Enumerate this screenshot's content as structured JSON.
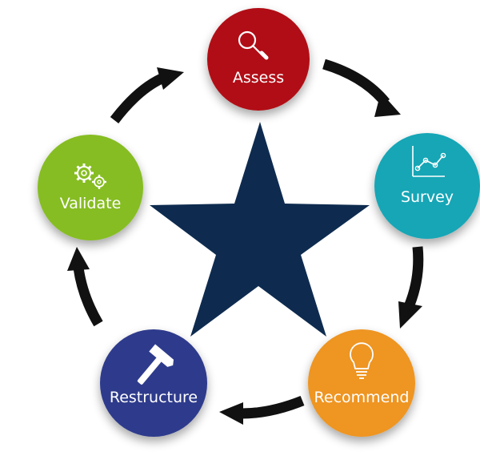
{
  "diagram": {
    "star_color": "#0e2b4f",
    "arrow_color": "#111111",
    "icon_color": "#ffffff",
    "nodes": [
      {
        "id": "assess",
        "label": "Assess",
        "color": "#b11113",
        "icon": "magnifier-icon"
      },
      {
        "id": "survey",
        "label": "Survey",
        "color": "#16a6b6",
        "icon": "line-chart-icon"
      },
      {
        "id": "recommend",
        "label": "Recommend",
        "color": "#ee9520",
        "icon": "lightbulb-icon"
      },
      {
        "id": "restructure",
        "label": "Restructure",
        "color": "#2e3a8c",
        "icon": "hammer-icon"
      },
      {
        "id": "validate",
        "label": "Validate",
        "color": "#86bd23",
        "icon": "gears-icon"
      }
    ]
  }
}
